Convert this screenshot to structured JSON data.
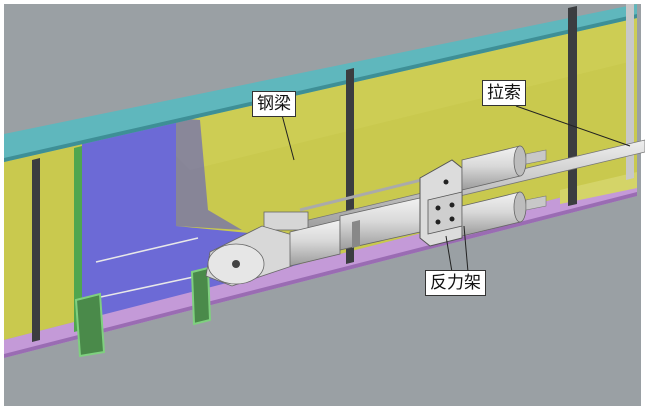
{
  "labels": {
    "steel_beam": "钢梁",
    "cable": "拉索",
    "reaction_frame": "反力架"
  },
  "colors": {
    "background": "#9aa0a4",
    "web_yellow": "#c9c94e",
    "flange_cyan": "#5fb7bd",
    "inner_blue": "#6c6ad6",
    "bottom_magenta": "#c49ad8",
    "stiffener_dark": "#3b3d40",
    "stiffener_green": "#4fa64f",
    "equipment_gray": "#d6d6d6"
  }
}
